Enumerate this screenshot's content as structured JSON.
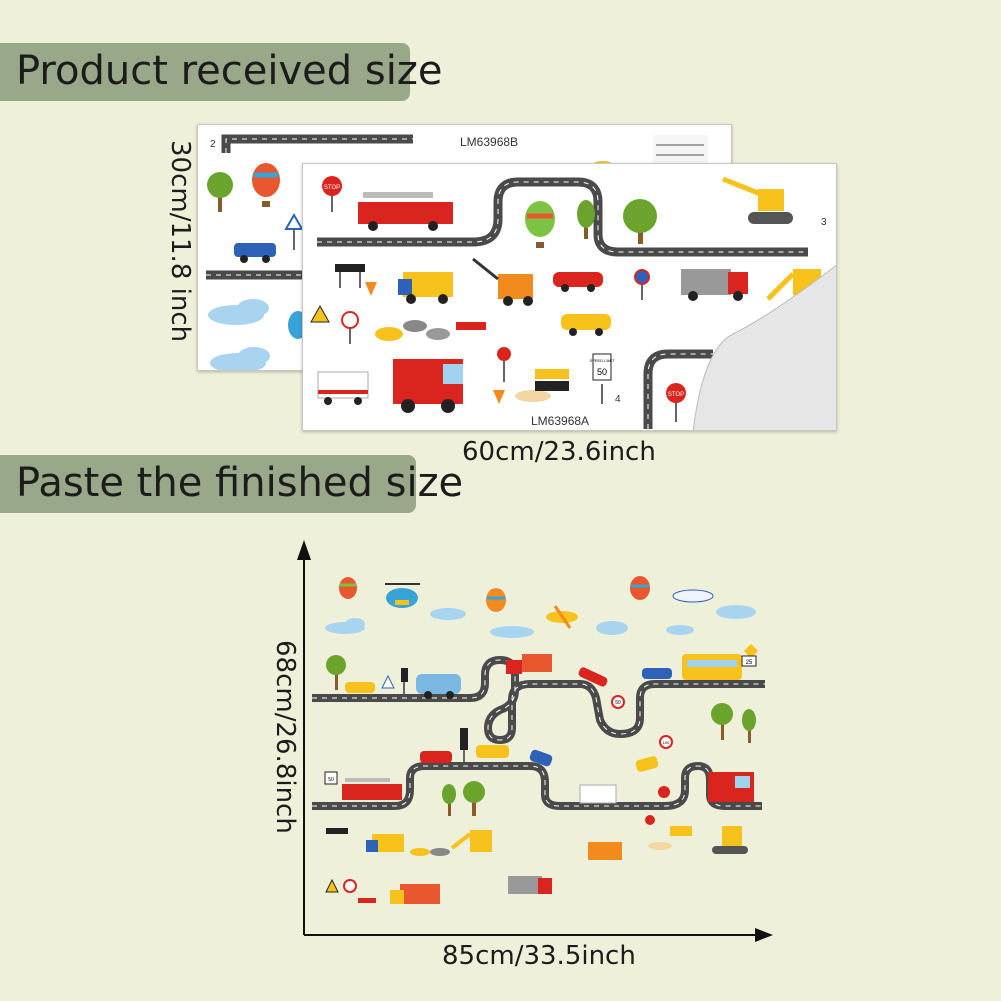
{
  "headings": {
    "received": "Product received size",
    "finished": "Paste the finished size"
  },
  "sheets": {
    "sheet_a_code": "LM63968A",
    "sheet_b_code": "LM63968B",
    "sheet_b_number": "2",
    "sheet_a_numbers": [
      "3",
      "4"
    ]
  },
  "signs": {
    "stop": "STOP",
    "speed_limit_title": "SPEED LIMIT",
    "speed_limit_value": "50",
    "speed_50": "50",
    "speed_100": "100",
    "speed_25": "25"
  },
  "dimensions": {
    "received_height": "30cm/11.8 inch",
    "received_width": "60cm/23.6inch",
    "finished_height": "68cm/26.8inch",
    "finished_width": "85cm/33.5inch"
  },
  "colors": {
    "background": "#eef0d9",
    "banner": "#9aa88a",
    "road": "#4a4a4a",
    "road_stripe": "#ffffff",
    "stop_sign": "#d9251d",
    "cloud": "#a9d4ef",
    "tree": "#6aa42d",
    "fire_truck": "#d9251d",
    "taxi": "#f6c21b"
  }
}
